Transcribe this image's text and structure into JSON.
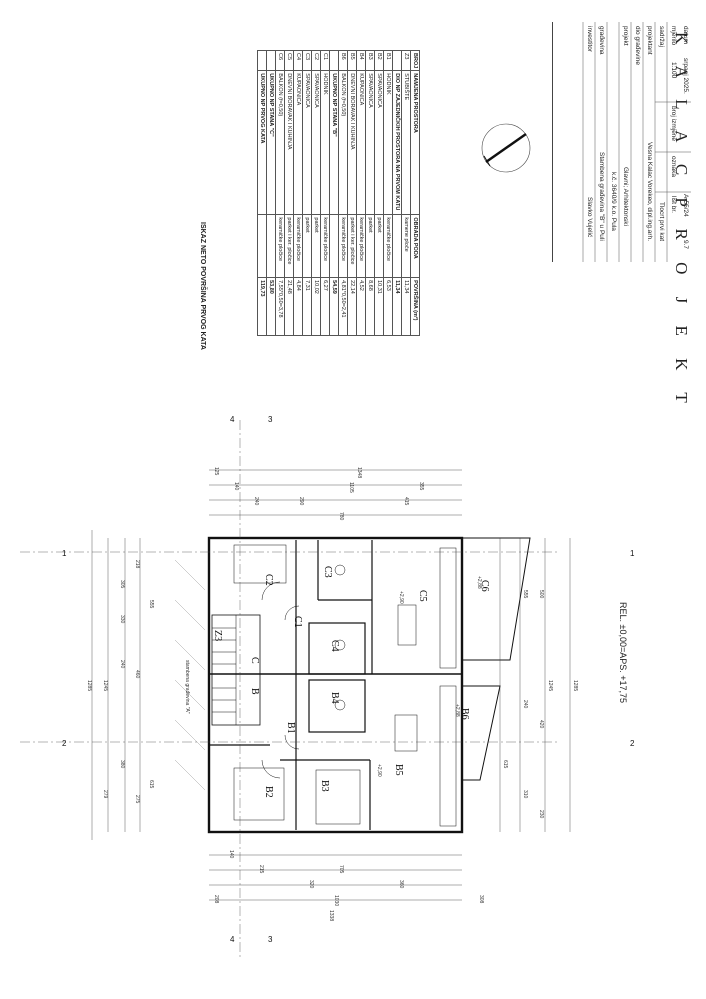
{
  "title_block": {
    "brand": "K A L A C   P R O J E K T",
    "rows": [
      {
        "label": "investitor",
        "value": "Slavko Vujelić"
      },
      {
        "label": "građevina",
        "value": "Stambena građevina \"B\" u Puli"
      },
      {
        "label": "",
        "value": "k.č. 3640/9 k.o. Pula"
      },
      {
        "label": "projekt",
        "value": "Glavni; Arhitektonski"
      },
      {
        "label": "dio građevine",
        "value": ""
      },
      {
        "label": "projektant",
        "value": "Vesna Kalac Vorekeo, dipl.ing.arh."
      },
      {
        "label": "sadržaj",
        "value": "Tlocrt prvi kat"
      }
    ],
    "meta_labels": [
      "mjerilo",
      "datum",
      "broj izmjene",
      "oznaka",
      "list br."
    ],
    "scale": "1:100",
    "date": "srpanj 2025.",
    "code": "A-55/24",
    "sheet_no": "9.7"
  },
  "area_table": {
    "title": "ISKAZ NETO POVRŠINA PRVOG KATA",
    "headers": [
      "BROJ",
      "NAMJENA PROSTORA",
      "OBRADA PODA",
      "POVRŠINA (m²)"
    ],
    "rows": [
      {
        "no": "Z3",
        "name": "STUBIŠTE",
        "floor": "kamene ploče",
        "area": "11,34"
      },
      {
        "no": "",
        "name": "DIO NP ZAJEDNIČKIH PROSTORA NA PRVOM KATU",
        "floor": "",
        "area": "11,34"
      },
      {
        "no": "B1",
        "name": "HODNIK",
        "floor": "keramičke pločice",
        "area": "6,53"
      },
      {
        "no": "B2",
        "name": "SPAVAONICA",
        "floor": "parket",
        "area": "10,31"
      },
      {
        "no": "B3",
        "name": "SPAVAONICA",
        "floor": "parket",
        "area": "8,68"
      },
      {
        "no": "B4",
        "name": "KUPAONICA",
        "floor": "keramičke pločice",
        "area": "4,52"
      },
      {
        "no": "B5",
        "name": "DNEVNI BORAVAK I KUHINJA",
        "floor": "parket i ker. pločice",
        "area": "22,14"
      },
      {
        "no": "B6",
        "name": "BALKON (f=0,50)",
        "floor": "keramičke pločice",
        "area": "4,81*0,50=2,41"
      },
      {
        "no": "",
        "name": "UKUPNO NP STANA \"B\"",
        "floor": "",
        "area": "54,59"
      },
      {
        "no": "C1",
        "name": "HODNIK",
        "floor": "keramičke pločice",
        "area": "6,27"
      },
      {
        "no": "C2",
        "name": "SPAVAONICA",
        "floor": "parket",
        "area": "10,02"
      },
      {
        "no": "C3",
        "name": "SPAVAONICA",
        "floor": "parket",
        "area": "7,31"
      },
      {
        "no": "C4",
        "name": "KUPAONICA",
        "floor": "keramičke pločice",
        "area": "4,84"
      },
      {
        "no": "C5",
        "name": "DNEVNI BORAVAK I KUHINJA",
        "floor": "parket i ker. pločice",
        "area": "21,48"
      },
      {
        "no": "C6",
        "name": "BALKON (f=0,50)",
        "floor": "keramičke pločice",
        "area": "7,55*0,50=3,78"
      },
      {
        "no": "",
        "name": "UKUPNO NP STANA \"C\"",
        "floor": "",
        "area": "53,80"
      },
      {
        "no": "",
        "name": "UKUPNO NP PRVOG KATA",
        "floor": "",
        "area": "119,73"
      }
    ]
  },
  "plan": {
    "rooms": [
      {
        "id": "C2",
        "label": "C2"
      },
      {
        "id": "C3",
        "label": "C3"
      },
      {
        "id": "C1",
        "label": "C1"
      },
      {
        "id": "C4",
        "label": "C4"
      },
      {
        "id": "C5",
        "label": "C5"
      },
      {
        "id": "C6",
        "label": "C6"
      },
      {
        "id": "Z3",
        "label": "Z3"
      },
      {
        "id": "C",
        "label": "C"
      },
      {
        "id": "B",
        "label": "B"
      },
      {
        "id": "B1",
        "label": "B1"
      },
      {
        "id": "B4",
        "label": "B4"
      },
      {
        "id": "B5",
        "label": "B5"
      },
      {
        "id": "B6",
        "label": "B6"
      },
      {
        "id": "B2",
        "label": "B2"
      },
      {
        "id": "B3",
        "label": "B3"
      }
    ],
    "section_markers": [
      "1",
      "1",
      "2",
      "2",
      "3",
      "3",
      "4",
      "4"
    ],
    "rel_level": "REL. ±0,00=APS. +17,75",
    "neighbor_label": "stambena građevina \"A\"",
    "elevations": [
      "+2,90",
      "+2,90",
      "+2,88",
      "+2,88"
    ],
    "dims_top": [
      "1348",
      "1105",
      "290",
      "415",
      "355",
      "125",
      "140",
      "240",
      "780"
    ],
    "dims_bottom": [
      "1338",
      "1030",
      "705",
      "360",
      "320",
      "215",
      "140",
      "308",
      "208"
    ],
    "dims_left": [
      "1285",
      "1245",
      "279",
      "380",
      "275",
      "240",
      "460",
      "330",
      "305",
      "218",
      "615",
      "555"
    ],
    "dims_right": [
      "1285",
      "1245",
      "555",
      "500",
      "420",
      "310",
      "230",
      "240",
      "615"
    ]
  }
}
